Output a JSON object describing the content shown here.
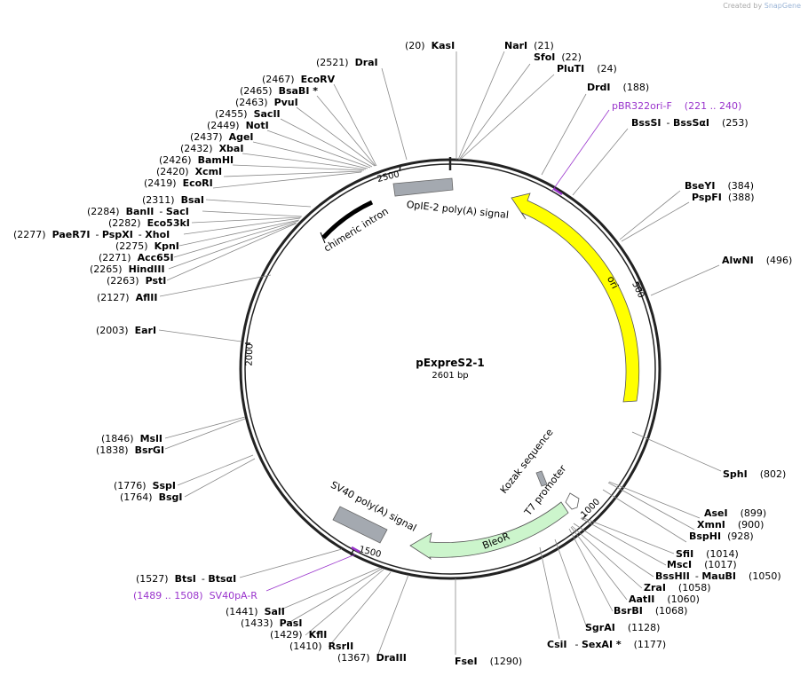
{
  "credit": {
    "prefix": "Created by",
    "brand": "SnapGene"
  },
  "plasmid": {
    "name": "pExpreS2-1",
    "length_label": "2601 bp",
    "length_bp": 2601
  },
  "ticks": [
    {
      "label": "500"
    },
    {
      "label": "1000"
    },
    {
      "label": "1500"
    },
    {
      "label": "2000"
    },
    {
      "label": "2500"
    }
  ],
  "features": [
    {
      "label": "OpIE-2 poly(A) signal",
      "color": "#a4a9b0",
      "type": "box"
    },
    {
      "label": "ori",
      "color": "#ffff00",
      "type": "arrow"
    },
    {
      "label": "chimeric intron",
      "color": "#000000",
      "type": "line"
    },
    {
      "label": "Kozak sequence",
      "color": "#a4a9b0",
      "type": "box"
    },
    {
      "label": "T7 promoter",
      "color": "#ffffff",
      "type": "arrow"
    },
    {
      "label": "BleoR",
      "color": "#ccf5cc",
      "type": "arrow"
    },
    {
      "label": "SV40 poly(A) signal",
      "color": "#a4a9b0",
      "type": "box"
    }
  ],
  "sites": [
    {
      "pos": "(20)",
      "name": "KasI"
    },
    {
      "name": "NarI",
      "pos": "(21)"
    },
    {
      "name": "SfoI",
      "pos": "(22)"
    },
    {
      "name": "PluTI",
      "pos": "(24)"
    },
    {
      "name": "DrdI",
      "pos": "(188)"
    },
    {
      "name": "pBR322ori-F",
      "pos": "(221 .. 240)",
      "primer": true
    },
    {
      "name": "BssSI",
      "name2": "BssSαI",
      "pos": "(253)"
    },
    {
      "name": "BseYI",
      "pos": "(384)"
    },
    {
      "name": "PspFI",
      "pos": "(388)"
    },
    {
      "name": "AlwNI",
      "pos": "(496)"
    },
    {
      "name": "SphI",
      "pos": "(802)"
    },
    {
      "name": "AseI",
      "pos": "(899)"
    },
    {
      "name": "XmnI",
      "pos": "(900)"
    },
    {
      "name": "BspHI",
      "pos": "(928)"
    },
    {
      "name": "SfiI",
      "pos": "(1014)"
    },
    {
      "name": "MscI",
      "pos": "(1017)"
    },
    {
      "name": "BssHII",
      "name2": "MauBI",
      "pos": "(1050)"
    },
    {
      "name": "ZraI",
      "pos": "(1058)"
    },
    {
      "name": "AatII",
      "pos": "(1060)"
    },
    {
      "name": "BsrBI",
      "pos": "(1068)"
    },
    {
      "name": "SgrAI",
      "pos": "(1128)"
    },
    {
      "name": "CsiI",
      "name2": "SexAI *",
      "pos": "(1177)"
    },
    {
      "name": "FseI",
      "pos": "(1290)"
    },
    {
      "pos": "(2521)",
      "name": "DraI"
    },
    {
      "pos": "(2467)",
      "name": "EcoRV"
    },
    {
      "pos": "(2465)",
      "name": "BsaBI *"
    },
    {
      "pos": "(2463)",
      "name": "PvuI"
    },
    {
      "pos": "(2455)",
      "name": "SacII"
    },
    {
      "pos": "(2449)",
      "name": "NotI"
    },
    {
      "pos": "(2437)",
      "name": "AgeI"
    },
    {
      "pos": "(2432)",
      "name": "XbaI"
    },
    {
      "pos": "(2426)",
      "name": "BamHI"
    },
    {
      "pos": "(2420)",
      "name": "XcmI"
    },
    {
      "pos": "(2419)",
      "name": "EcoRI"
    },
    {
      "pos": "(2311)",
      "name": "BsaI"
    },
    {
      "pos": "(2284)",
      "name": "BanII",
      "name2": "SacI"
    },
    {
      "pos": "(2282)",
      "name": "Eco53kI"
    },
    {
      "pos": "(2277)",
      "name": "PaeR7I",
      "name2": "PspXI",
      "name3": "XhoI"
    },
    {
      "pos": "(2275)",
      "name": "KpnI"
    },
    {
      "pos": "(2271)",
      "name": "Acc65I"
    },
    {
      "pos": "(2265)",
      "name": "HindIII"
    },
    {
      "pos": "(2263)",
      "name": "PstI"
    },
    {
      "pos": "(2127)",
      "name": "AflII"
    },
    {
      "pos": "(2003)",
      "name": "EarI"
    },
    {
      "pos": "(1846)",
      "name": "MslI"
    },
    {
      "pos": "(1838)",
      "name": "BsrGI"
    },
    {
      "pos": "(1776)",
      "name": "SspI"
    },
    {
      "pos": "(1764)",
      "name": "BsgI"
    },
    {
      "pos": "(1527)",
      "name": "BtsI",
      "name2": "BtsαI"
    },
    {
      "pos": "(1489 .. 1508)",
      "name": "SV40pA-R",
      "primer": true
    },
    {
      "pos": "(1441)",
      "name": "SalI"
    },
    {
      "pos": "(1433)",
      "name": "PasI"
    },
    {
      "pos": "(1429)",
      "name": "KflI"
    },
    {
      "pos": "(1410)",
      "name": "RsrII"
    },
    {
      "pos": "(1367)",
      "name": "DraIII"
    }
  ],
  "colors": {
    "backbone": "#222222",
    "leader": "#888888",
    "primer": "#9933cc"
  }
}
